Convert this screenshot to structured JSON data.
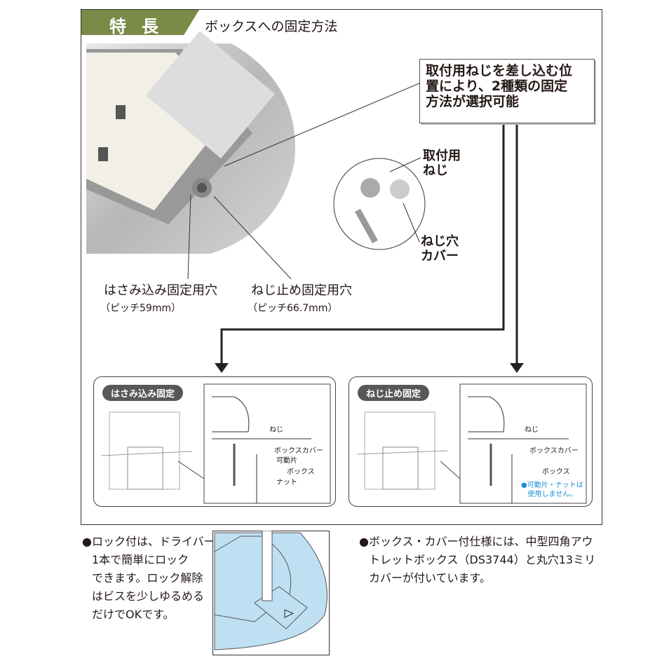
{
  "header": {
    "badge": "特長",
    "title": "ボックスへの固定方法"
  },
  "callout": {
    "lines": [
      "取付用ねじを差し込む位",
      "置により、2種類の固定",
      "方法が選択可能"
    ]
  },
  "photo_labels": {
    "screw": [
      "取付用",
      "ねじ"
    ],
    "cover": [
      "ねじ穴",
      "カバー"
    ],
    "hole_clamp": "はさみ込み固定用穴",
    "hole_clamp_pitch": "（ピッチ59mm）",
    "hole_screw": "ねじ止め固定用穴",
    "hole_screw_pitch": "（ピッチ66.7mm）"
  },
  "panels": [
    {
      "title": "はさみ込み固定",
      "labels": [
        "ねじ",
        "ボックスカバー",
        "可動片",
        "ボックス",
        "ナット"
      ]
    },
    {
      "title": "ねじ止め固定",
      "labels": [
        "ねじ",
        "ボックスカバー",
        "ボックス"
      ],
      "note": [
        "●可動片・ナットは",
        "使用しません。"
      ]
    }
  ],
  "notes": {
    "left": [
      "●ロック付は、ドライバー",
      "1本で簡単にロック",
      "できます。ロック解除",
      "はビスを少しゆるめる",
      "だけでOKです。"
    ],
    "right": [
      "●ボックス・カバー付仕様には、中型四角アウ",
      "トレットボックス（DS3744）と丸穴13ミリ",
      "カバーが付いています。"
    ]
  },
  "colors": {
    "accent": "#7a8a47",
    "note_blue": "#1a8fd8",
    "lock_fill": "#bfe0f3"
  }
}
